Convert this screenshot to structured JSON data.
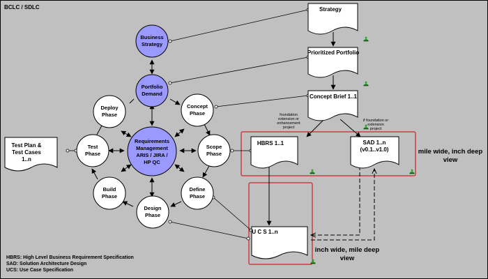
{
  "title": "BCLC / SDLC",
  "colors": {
    "background": "#c0c0c0",
    "circle_blue": "#9999ff",
    "circle_white": "#ffffff",
    "highlight_red": "#cc0000",
    "badge_green": "#22aa22"
  },
  "circles": {
    "business_strategy": [
      "Business",
      "Strategy"
    ],
    "portfolio_demand": [
      "Portfolio",
      "Demand"
    ],
    "requirements": [
      "Requirements",
      "Management",
      "ARIS / JIRA /",
      "HP QC"
    ],
    "deploy": [
      "Deploy",
      "Phase"
    ],
    "concept": [
      "Concept",
      "Phase"
    ],
    "test": [
      "Test",
      "Phase"
    ],
    "scope": [
      "Scope",
      "Phase"
    ],
    "build": [
      "Build",
      "Phase"
    ],
    "define": [
      "Define",
      "Phase"
    ],
    "design": [
      "Design",
      "Phase"
    ]
  },
  "documents": {
    "strategy": [
      "Strategy"
    ],
    "prioritized_portfolio": [
      "Prioritized Portfolio"
    ],
    "concept_brief": [
      "Concept Brief 1..1"
    ],
    "hbrs": [
      "HBRS 1..1"
    ],
    "sad": [
      "SAD 1..n",
      "(v0.1..v1.0)"
    ],
    "ucs": [
      "U C S 1..n"
    ],
    "test_plan": [
      "Test Plan &",
      "Test Cases",
      "1..n"
    ]
  },
  "notes": {
    "hbrs_note": [
      "foundation",
      "extension or",
      "enhancement",
      "project"
    ],
    "sad_note": [
      "if foundation or",
      "extension",
      "project"
    ]
  },
  "views": {
    "mile_wide": [
      "mile wide, inch deep",
      "view"
    ],
    "inch_wide": [
      "inch wide, mile deep",
      "view"
    ]
  },
  "legend": [
    "HBRS: High Level Business Requirement Specification",
    "SAD: Solution Architecture Design",
    "UCS: Use Case Specification"
  ]
}
